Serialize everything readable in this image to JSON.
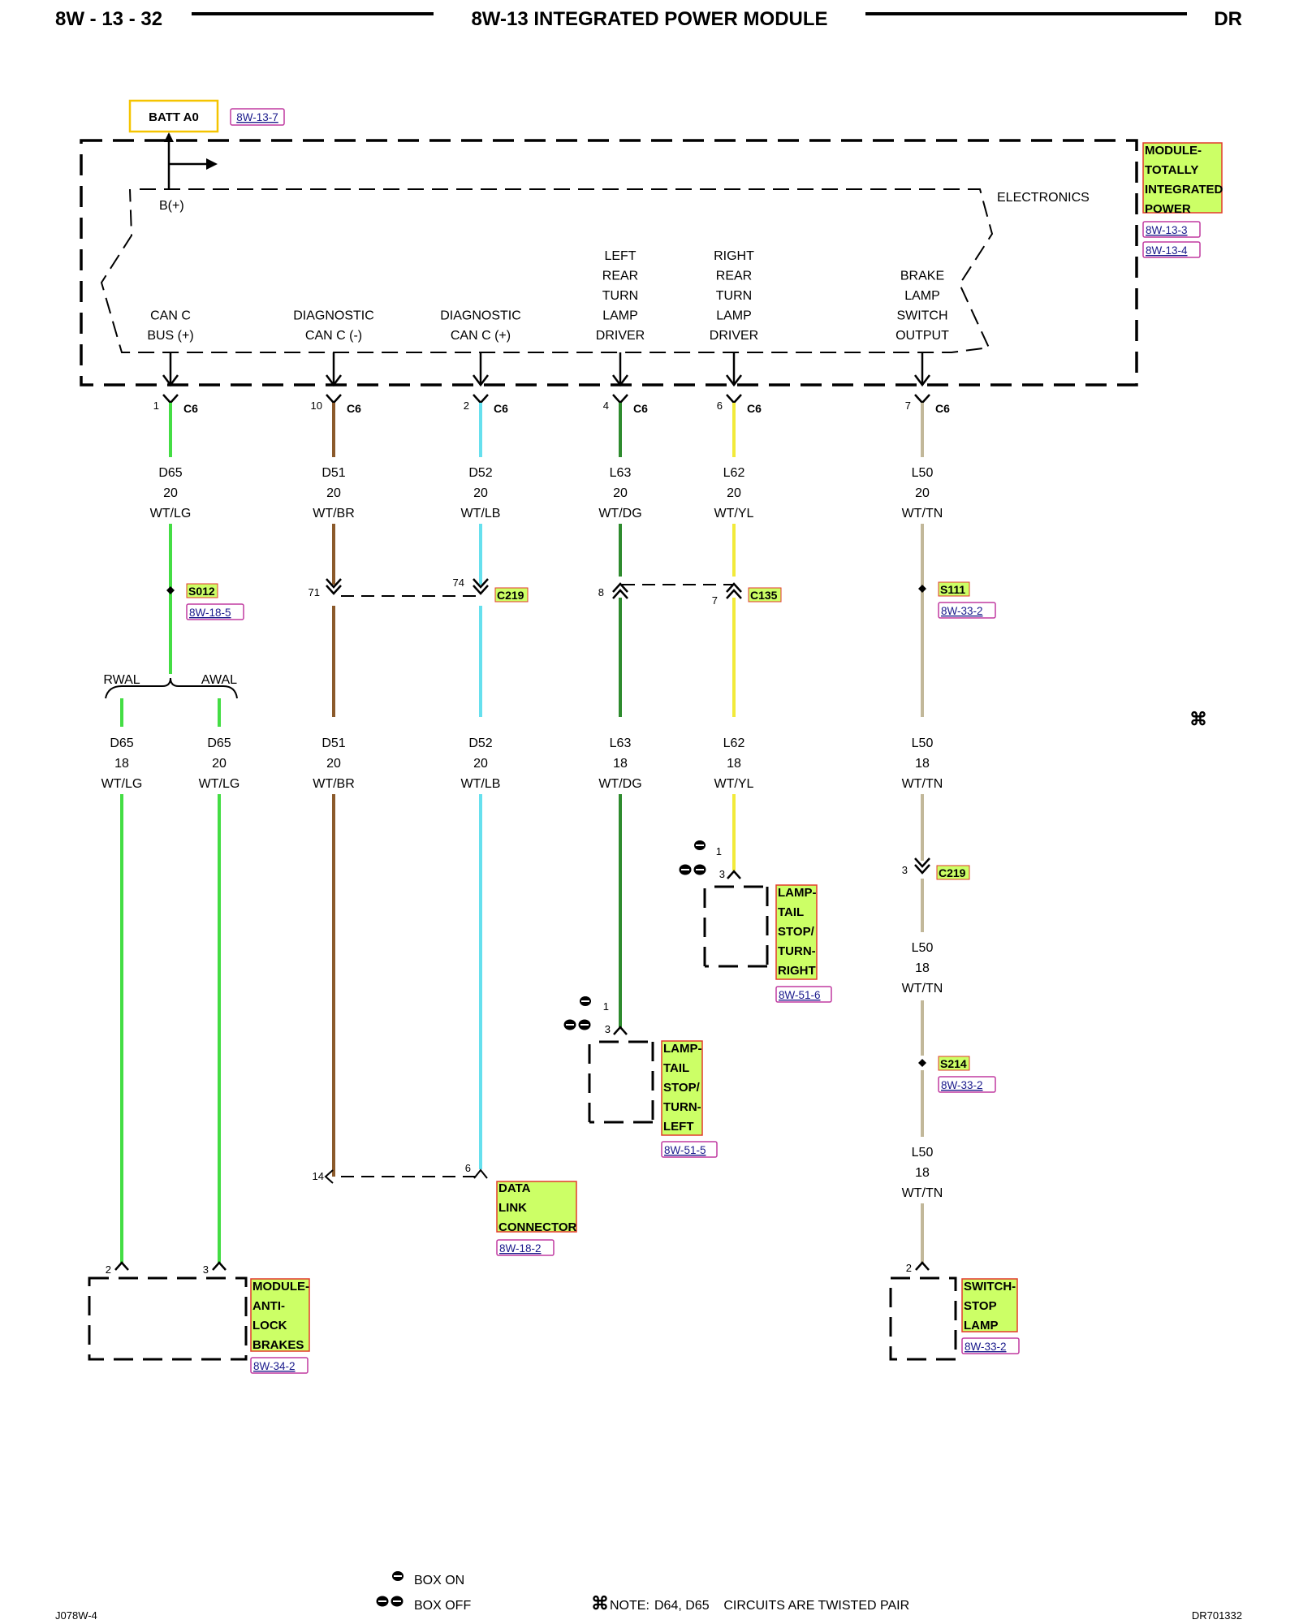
{
  "header": {
    "page": "8W - 13 - 32",
    "title": "8W-13 INTEGRATED POWER MODULE",
    "model": "DR"
  },
  "battery": {
    "label": "BATT A0",
    "ref": "8W-13-7",
    "bplus": "B(+)"
  },
  "module": {
    "lines": [
      "MODULE-",
      "TOTALLY",
      "INTEGRATED",
      "POWER"
    ],
    "refs": [
      "8W-13-3",
      "8W-13-4"
    ],
    "electronics": "ELECTRONICS"
  },
  "outputs": [
    {
      "lines": [
        "CAN C",
        "BUS (+)"
      ]
    },
    {
      "lines": [
        "DIAGNOSTIC",
        "CAN C (-)"
      ]
    },
    {
      "lines": [
        "DIAGNOSTIC",
        "CAN C (+)"
      ]
    },
    {
      "lines": [
        "LEFT",
        "REAR",
        "TURN",
        "LAMP",
        "DRIVER"
      ]
    },
    {
      "lines": [
        "RIGHT",
        "REAR",
        "TURN",
        "LAMP",
        "DRIVER"
      ]
    },
    {
      "lines": [
        "BRAKE",
        "LAMP",
        "SWITCH",
        "OUTPUT"
      ]
    }
  ],
  "c6_pins": [
    {
      "pin": "1",
      "conn": "C6"
    },
    {
      "pin": "10",
      "conn": "C6"
    },
    {
      "pin": "2",
      "conn": "C6"
    },
    {
      "pin": "4",
      "conn": "C6"
    },
    {
      "pin": "6",
      "conn": "C6"
    },
    {
      "pin": "7",
      "conn": "C6"
    }
  ],
  "wires_upper": [
    [
      "D65",
      "20",
      "WT/LG"
    ],
    [
      "D51",
      "20",
      "WT/BR"
    ],
    [
      "D52",
      "20",
      "WT/LB"
    ],
    [
      "L63",
      "20",
      "WT/DG"
    ],
    [
      "L62",
      "20",
      "WT/YL"
    ],
    [
      "L50",
      "20",
      "WT/TN"
    ]
  ],
  "splices": [
    {
      "name": "S012",
      "ref": "8W-18-5"
    },
    {
      "name": "S111",
      "ref": "8W-33-2"
    },
    {
      "name": "S214",
      "ref": "8W-33-2"
    }
  ],
  "mid_connectors": [
    {
      "name": "C219",
      "pins": [
        "71",
        "74"
      ]
    },
    {
      "name": "C135",
      "pins": [
        "8",
        "7"
      ]
    },
    {
      "name": "C219",
      "pins": [
        "3"
      ]
    }
  ],
  "branch": {
    "left": "RWAL",
    "right": "AWAL"
  },
  "wires_lower": [
    [
      "D65",
      "18",
      "WT/LG"
    ],
    [
      "D65",
      "20",
      "WT/LG"
    ],
    [
      "D51",
      "20",
      "WT/BR"
    ],
    [
      "D52",
      "20",
      "WT/LB"
    ],
    [
      "L63",
      "18",
      "WT/DG"
    ],
    [
      "L62",
      "18",
      "WT/YL"
    ],
    [
      "L50",
      "18",
      "WT/TN"
    ]
  ],
  "wires_l50_extra": [
    [
      "L50",
      "18",
      "WT/TN"
    ],
    [
      "L50",
      "18",
      "WT/TN"
    ]
  ],
  "lamp_right": {
    "lines": [
      "LAMP-",
      "TAIL",
      "STOP/",
      "TURN-",
      "RIGHT"
    ],
    "ref": "8W-51-6",
    "pins": [
      "1",
      "3"
    ]
  },
  "lamp_left": {
    "lines": [
      "LAMP-",
      "TAIL",
      "STOP/",
      "TURN-",
      "LEFT"
    ],
    "ref": "8W-51-5",
    "pins": [
      "1",
      "3"
    ]
  },
  "dlc": {
    "lines": [
      "DATA",
      "LINK",
      "CONNECTOR"
    ],
    "ref": "8W-18-2",
    "pins": [
      "14",
      "6"
    ]
  },
  "abs": {
    "lines": [
      "MODULE-",
      "ANTI-",
      "LOCK",
      "BRAKES"
    ],
    "ref": "8W-34-2",
    "pins": [
      "2",
      "3"
    ]
  },
  "stop_switch": {
    "lines": [
      "SWITCH-",
      "STOP",
      "LAMP"
    ],
    "ref": "8W-33-2",
    "pin": "2"
  },
  "legend": {
    "box_on": "BOX ON",
    "box_off": "BOX OFF"
  },
  "note": {
    "label": "NOTE:",
    "text": "D64, D65    CIRCUITS ARE TWISTED PAIR"
  },
  "footer": {
    "left": "J078W-4",
    "right": "DR701332"
  },
  "colors": {
    "wt_lg": "#44dd44",
    "wt_br": "#8b5a2b",
    "wt_lb": "#66e0ee",
    "wt_dg": "#2e8b2e",
    "wt_yl": "#f2ea3a",
    "wt_tn": "#c2b89a",
    "tag_fill": "#ccff66",
    "tag_border": "#e23b2b",
    "ref_color": "#1a1a8c",
    "ref_border": "#c03aa0",
    "batt_border": "#f5c400"
  }
}
